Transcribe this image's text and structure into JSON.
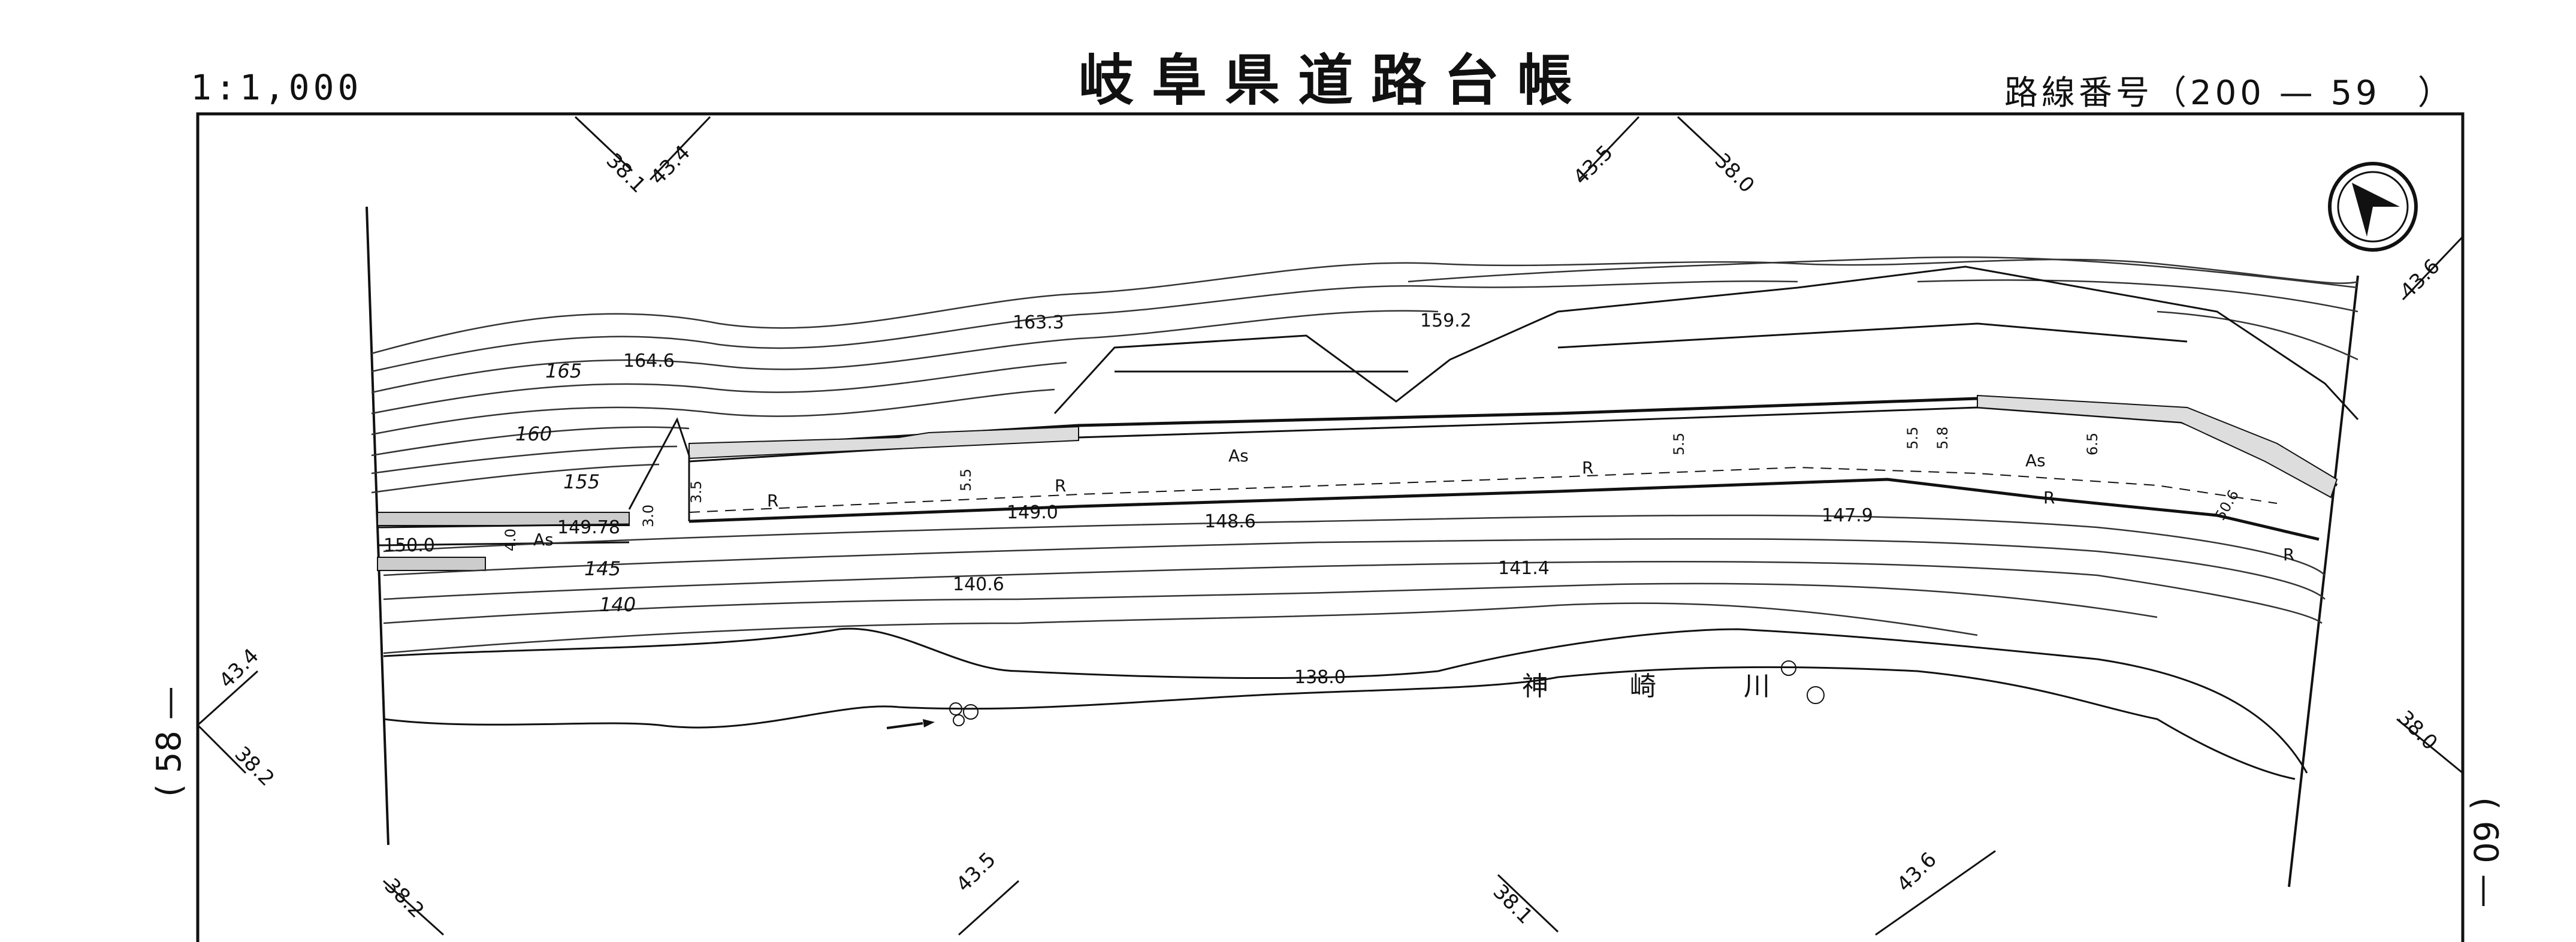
{
  "header": {
    "title": "岐阜県道路台帳",
    "scale": "1:1,000",
    "route_number": "路線番号（200 — 59　）"
  },
  "sheet": {
    "prev": "( 58 —",
    "next": "( 60 —"
  },
  "grid_labels": {
    "tl1": "38.1",
    "tl2": "43.4",
    "tc1": "43.5",
    "tc2": "38.0",
    "tr": "43.6",
    "l1": "43.4",
    "l2": "38.2",
    "r1": "38.0",
    "b1": "38.2",
    "b2": "43.5",
    "b3": "38.1",
    "b4": "43.6"
  },
  "contours": {
    "c165": "165",
    "c160": "160",
    "c155": "155",
    "c145": "145",
    "c140": "140"
  },
  "spot_heights": {
    "h1": "164.6",
    "h2": "163.3",
    "h3": "159.2",
    "h4": "149.78",
    "h5": "149.0",
    "h6": "148.6",
    "h7": "147.9",
    "h8": "140.6",
    "h9": "141.4",
    "h10": "138.0",
    "h11": "150.0"
  },
  "road_labels": {
    "as1": "As",
    "as2": "As",
    "as3": "As",
    "r1": "R",
    "r2": "R",
    "r3": "R",
    "r4": "R",
    "r5": "R",
    "w1": "5.5",
    "w2": "5.5",
    "w3": "5.5",
    "w4": "5.8",
    "w5": "6.5",
    "w6": "3.5",
    "w7": "3.0",
    "w8": "4.0",
    "w9": "50.6"
  },
  "river": {
    "name1": "神",
    "name2": "崎",
    "name3": "川"
  }
}
